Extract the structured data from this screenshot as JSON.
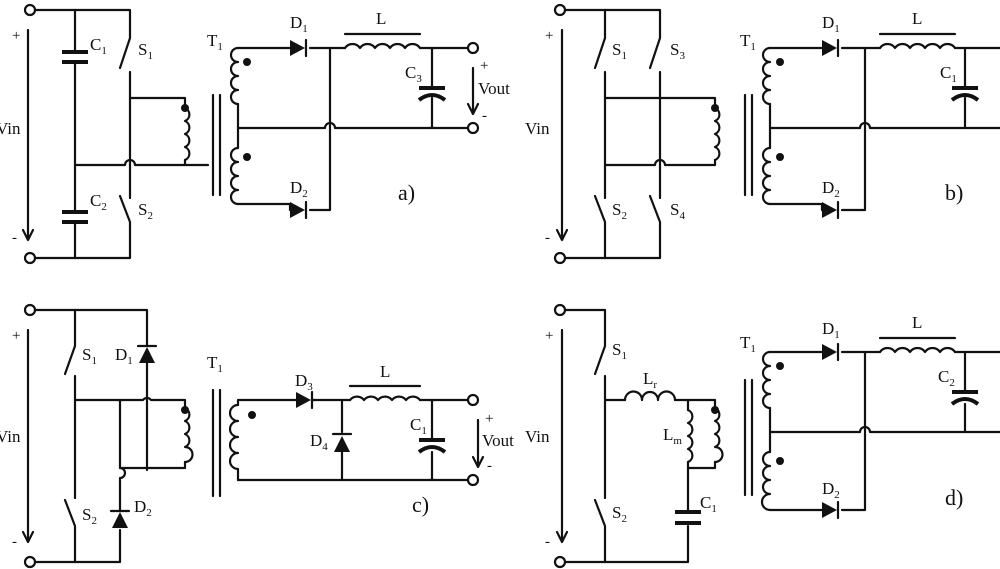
{
  "circuits": {
    "a": {
      "caption": "a)",
      "vin": "Vin",
      "vout": "Vout",
      "plus": "+",
      "minus": "-",
      "labels": {
        "C1": {
          "main": "C",
          "sub": "1"
        },
        "C2": {
          "main": "C",
          "sub": "2"
        },
        "S1": {
          "main": "S",
          "sub": "1"
        },
        "S2": {
          "main": "S",
          "sub": "2"
        },
        "T1": {
          "main": "T",
          "sub": "1"
        },
        "D1": {
          "main": "D",
          "sub": "1"
        },
        "D2": {
          "main": "D",
          "sub": "2"
        },
        "L": {
          "main": "L",
          "sub": ""
        },
        "C3": {
          "main": "C",
          "sub": "3"
        }
      }
    },
    "b": {
      "caption": "b)",
      "vin": "Vin",
      "plus": "+",
      "minus": "-",
      "labels": {
        "S1": {
          "main": "S",
          "sub": "1"
        },
        "S2": {
          "main": "S",
          "sub": "2"
        },
        "S3": {
          "main": "S",
          "sub": "3"
        },
        "S4": {
          "main": "S",
          "sub": "4"
        },
        "T1": {
          "main": "T",
          "sub": "1"
        },
        "D1": {
          "main": "D",
          "sub": "1"
        },
        "D2": {
          "main": "D",
          "sub": "2"
        },
        "L": {
          "main": "L",
          "sub": ""
        },
        "C1": {
          "main": "C",
          "sub": "1"
        }
      }
    },
    "c": {
      "caption": "c)",
      "vin": "Vin",
      "vout": "Vout",
      "plus": "+",
      "minus": "-",
      "labels": {
        "S1": {
          "main": "S",
          "sub": "1"
        },
        "S2": {
          "main": "S",
          "sub": "2"
        },
        "D1": {
          "main": "D",
          "sub": "1"
        },
        "D2": {
          "main": "D",
          "sub": "2"
        },
        "T1": {
          "main": "T",
          "sub": "1"
        },
        "D3": {
          "main": "D",
          "sub": "3"
        },
        "D4": {
          "main": "D",
          "sub": "4"
        },
        "L": {
          "main": "L",
          "sub": ""
        },
        "C1": {
          "main": "C",
          "sub": "1"
        }
      }
    },
    "d": {
      "caption": "d)",
      "vin": "Vin",
      "plus": "+",
      "minus": "-",
      "labels": {
        "S1": {
          "main": "S",
          "sub": "1"
        },
        "S2": {
          "main": "S",
          "sub": "2"
        },
        "Lr": {
          "main": "L",
          "sub": "r"
        },
        "Lm": {
          "main": "L",
          "sub": "m"
        },
        "C1": {
          "main": "C",
          "sub": "1"
        },
        "T1": {
          "main": "T",
          "sub": "1"
        },
        "D1": {
          "main": "D",
          "sub": "1"
        },
        "D2": {
          "main": "D",
          "sub": "2"
        },
        "L": {
          "main": "L",
          "sub": ""
        },
        "C2": {
          "main": "C",
          "sub": "2"
        }
      }
    }
  }
}
